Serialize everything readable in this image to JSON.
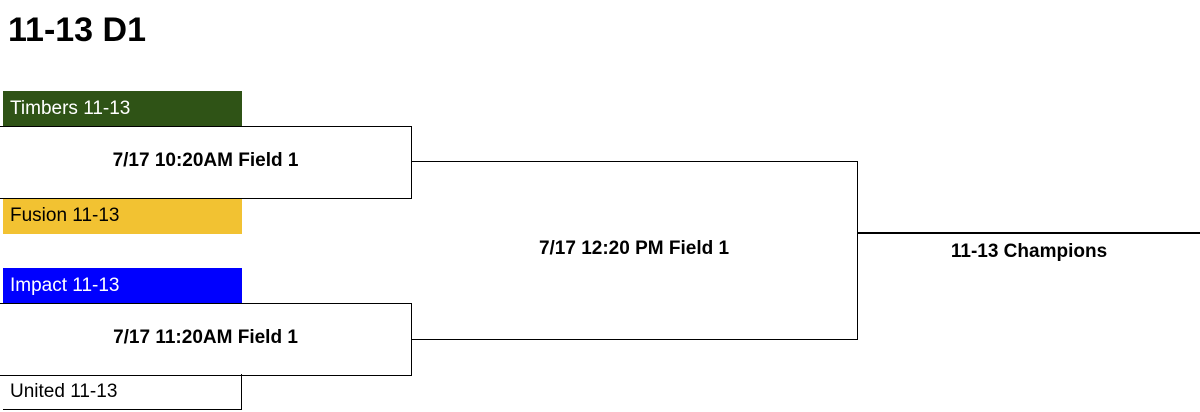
{
  "title": "11-13 D1",
  "teams": [
    {
      "name": "Timbers 11-13",
      "bg": "#2f5316",
      "fg": "#ffffff"
    },
    {
      "name": "Fusion 11-13",
      "bg": "#f2c232",
      "fg": "#000000"
    },
    {
      "name": "Impact 11-13",
      "bg": "#0000ff",
      "fg": "#ffffff"
    },
    {
      "name": "United 11-13",
      "bg": "#ffffff",
      "fg": "#000000"
    }
  ],
  "games": {
    "semi1": "7/17 10:20AM Field 1",
    "semi2": "7/17 11:20AM Field 1",
    "final": "7/17 12:20 PM Field 1",
    "champion": "11-13 Champions"
  }
}
